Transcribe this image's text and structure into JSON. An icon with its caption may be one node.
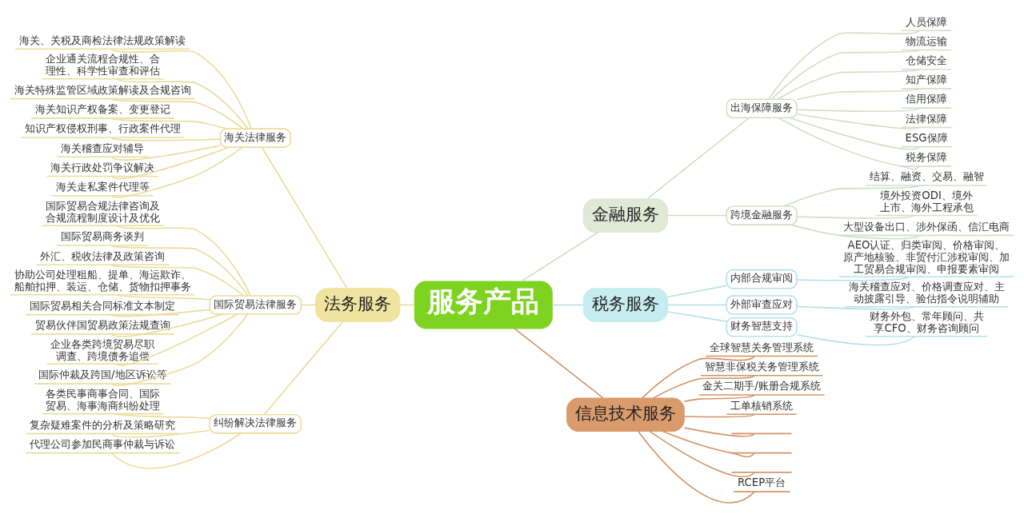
{
  "diagram": {
    "nodes": [
      {
        "text": [
          "服务产品"
        ]
      },
      {
        "text": [
          "法务服务"
        ]
      },
      {
        "text": [
          "海关法律服务"
        ]
      },
      {
        "text": [
          "海关、关税及商检法律法规政策解读"
        ]
      },
      {
        "text": [
          "企业通关流程合规性、合理性、科学性审查和评估"
        ]
      },
      {
        "text": [
          "海关特殊监管区域政策解读及合规咨询"
        ]
      },
      {
        "text": [
          "海关知识产权备案、变更登记"
        ]
      },
      {
        "text": [
          "知识产权侵权刑事、行政案件代理"
        ]
      },
      {
        "text": [
          "海关稽查应对辅导"
        ]
      },
      {
        "text": [
          "海关行政处罚争议解决"
        ]
      },
      {
        "text": [
          "海关走私案件代理等"
        ]
      },
      {
        "text": [
          "国际贸易法律服务"
        ]
      },
      {
        "text": [
          "国际贸易合规法律咨询及合规流程制度设计及优化"
        ]
      },
      {
        "text": [
          "国际贸易商务谈判"
        ]
      },
      {
        "text": [
          "外汇、税收法律及政策咨询"
        ]
      },
      {
        "text": [
          "协助公司处理租船、提单、海运欺诈、船舶扣押、装运、仓储、货物扣押事务"
        ]
      },
      {
        "text": [
          "国际贸易相关合同标准文本制定"
        ]
      },
      {
        "text": [
          "贸易伙伴国贸易政策法规查询"
        ]
      },
      {
        "text": [
          "企业各类跨境贸易尽职调查、跨境债务追偿"
        ]
      },
      {
        "text": [
          "国际仲裁及跨国/地区诉讼等"
        ]
      },
      {
        "text": [
          "纠纷解决法律服务"
        ]
      },
      {
        "text": [
          "各类民事商事合同、国际贸易、海事海商纠纷处理"
        ]
      },
      {
        "text": [
          "复杂疑难案件的分析及策略研究"
        ]
      },
      {
        "text": [
          "代理公司参加民商事仲裁与诉讼"
        ]
      },
      {
        "text": [
          "金融服务"
        ]
      },
      {
        "text": [
          "出海保障服务"
        ]
      },
      {
        "text": [
          "人员保障"
        ]
      },
      {
        "text": [
          "物流运输"
        ]
      },
      {
        "text": [
          "仓储安全"
        ]
      },
      {
        "text": [
          "知产保障"
        ]
      },
      {
        "text": [
          "信用保障"
        ]
      },
      {
        "text": [
          "法律保障"
        ]
      },
      {
        "text": [
          "ESG保障"
        ]
      },
      {
        "text": [
          "税务保障"
        ]
      },
      {
        "text": [
          "跨境金融服务"
        ]
      },
      {
        "text": [
          "结算、融资、交易、融智"
        ]
      },
      {
        "text": [
          "境外投资ODI、境外上市、海外工程承包"
        ]
      },
      {
        "text": [
          "大型设备出口、涉外保函、信汇电商"
        ]
      },
      {
        "text": [
          "税务服务"
        ]
      },
      {
        "text": [
          "内部合规审阅"
        ]
      },
      {
        "text": [
          "AEO认证、归类审阅、价格审阅、原产地核验、非贸付汇涉税审阅、加工贸易合规审阅、申报要素审阅"
        ]
      },
      {
        "text": [
          "外部审查应对"
        ]
      },
      {
        "text": [
          "海关稽查应对、价格调查应对、主动披露引导、验估指令说明辅助"
        ]
      },
      {
        "text": [
          "财务智慧支持"
        ]
      },
      {
        "text": [
          "财务外包、常年顾问、共享CFO、财务咨询顾问"
        ]
      },
      {
        "text": [
          "信息技术服务"
        ]
      },
      {
        "text": [
          "全球智慧关务管理系统"
        ]
      },
      {
        "text": [
          "智慧非保税关务管理系统"
        ]
      },
      {
        "text": [
          "金关二期手/账册合规系统"
        ]
      },
      {
        "text": [
          "工单核销系统"
        ]
      },
      {
        "text": [],
        "shape": "bar"
      },
      {
        "text": [],
        "shape": "bar"
      },
      {
        "text": [],
        "shape": "bar"
      },
      {
        "text": [
          "RCEP平台"
        ]
      }
    ],
    "edges": [
      {
        "from": 1,
        "to": 0,
        "arrow": "none"
      },
      {
        "from": 2,
        "to": 1,
        "arrow": "none"
      },
      {
        "from": 3,
        "to": 2,
        "arrow": "none"
      },
      {
        "from": 4,
        "to": 2,
        "arrow": "none"
      },
      {
        "from": 5,
        "to": 2,
        "arrow": "none"
      },
      {
        "from": 6,
        "to": 2,
        "arrow": "none"
      },
      {
        "from": 7,
        "to": 2,
        "arrow": "none"
      },
      {
        "from": 8,
        "to": 2,
        "arrow": "none"
      },
      {
        "from": 9,
        "to": 2,
        "arrow": "none"
      },
      {
        "from": 10,
        "to": 2,
        "arrow": "none"
      },
      {
        "from": 11,
        "to": 1,
        "arrow": "none"
      },
      {
        "from": 12,
        "to": 11,
        "arrow": "none"
      },
      {
        "from": 13,
        "to": 11,
        "arrow": "none"
      },
      {
        "from": 14,
        "to": 11,
        "arrow": "none"
      },
      {
        "from": 15,
        "to": 11,
        "arrow": "none"
      },
      {
        "from": 16,
        "to": 11,
        "arrow": "none"
      },
      {
        "from": 17,
        "to": 11,
        "arrow": "none"
      },
      {
        "from": 18,
        "to": 11,
        "arrow": "none"
      },
      {
        "from": 19,
        "to": 11,
        "arrow": "none"
      },
      {
        "from": 20,
        "to": 1,
        "arrow": "none"
      },
      {
        "from": 21,
        "to": 20,
        "arrow": "none"
      },
      {
        "from": 22,
        "to": 20,
        "arrow": "none"
      },
      {
        "from": 23,
        "to": 20,
        "arrow": "none"
      },
      {
        "from": 0,
        "to": 24,
        "arrow": "none",
        "color": "#d3dfc6"
      },
      {
        "from": 24,
        "to": 25,
        "arrow": "none",
        "color": "#d3dfc6"
      },
      {
        "from": 25,
        "to": 26,
        "arrow": "none",
        "color": "#d3dfc6"
      },
      {
        "from": 25,
        "to": 27,
        "arrow": "none",
        "color": "#d3dfc6"
      },
      {
        "from": 25,
        "to": 28,
        "arrow": "none",
        "color": "#d3dfc6"
      },
      {
        "from": 25,
        "to": 29,
        "arrow": "none",
        "color": "#d3dfc6"
      },
      {
        "from": 25,
        "to": 30,
        "arrow": "none",
        "color": "#d3dfc6"
      },
      {
        "from": 25,
        "to": 31,
        "arrow": "none",
        "color": "#d3dfc6"
      },
      {
        "from": 25,
        "to": 32,
        "arrow": "none",
        "color": "#d3dfc6"
      },
      {
        "from": 25,
        "to": 33,
        "arrow": "none",
        "color": "#d3dfc6"
      },
      {
        "from": 24,
        "to": 34,
        "arrow": "none",
        "color": "#d3dfc6"
      },
      {
        "from": 34,
        "to": 35,
        "arrow": "none",
        "color": "#d3dfc6"
      },
      {
        "from": 34,
        "to": 36,
        "arrow": "none",
        "color": "#d3dfc6"
      },
      {
        "from": 34,
        "to": 37,
        "arrow": "none",
        "color": "#d3dfc6"
      },
      {
        "from": 0,
        "to": 38,
        "arrow": "none",
        "color": "#b3e2e6"
      },
      {
        "from": 38,
        "to": 39,
        "arrow": "none",
        "color": "#b3e2e6"
      },
      {
        "from": 39,
        "to": 40,
        "arrow": "none",
        "color": "#b3e2e6"
      },
      {
        "from": 38,
        "to": 41,
        "arrow": "none",
        "color": "#b3e2e6"
      },
      {
        "from": 41,
        "to": 42,
        "arrow": "none",
        "color": "#b3e2e6"
      },
      {
        "from": 38,
        "to": 43,
        "arrow": "none",
        "color": "#b3e2e6"
      },
      {
        "from": 43,
        "to": 44,
        "arrow": "none",
        "color": "#b3e2e6"
      },
      {
        "from": 0,
        "to": 45,
        "arrow": "none",
        "color": "#d39467"
      },
      {
        "from": 45,
        "to": 46,
        "arrow": "none",
        "color": "#d39467"
      },
      {
        "from": 45,
        "to": 47,
        "arrow": "none",
        "color": "#d39467"
      },
      {
        "from": 45,
        "to": 48,
        "arrow": "none",
        "color": "#d39467"
      },
      {
        "from": 45,
        "to": 49,
        "arrow": "none",
        "color": "#d39467"
      },
      {
        "from": 45,
        "to": 50,
        "arrow": "none",
        "color": "#d39467"
      },
      {
        "from": 45,
        "to": 51,
        "arrow": "none",
        "color": "#d39467"
      },
      {
        "from": 45,
        "to": 52,
        "arrow": "none",
        "color": "#d39467"
      },
      {
        "from": 45,
        "to": 53,
        "arrow": "none",
        "color": "#d39467"
      }
    ]
  }
}
